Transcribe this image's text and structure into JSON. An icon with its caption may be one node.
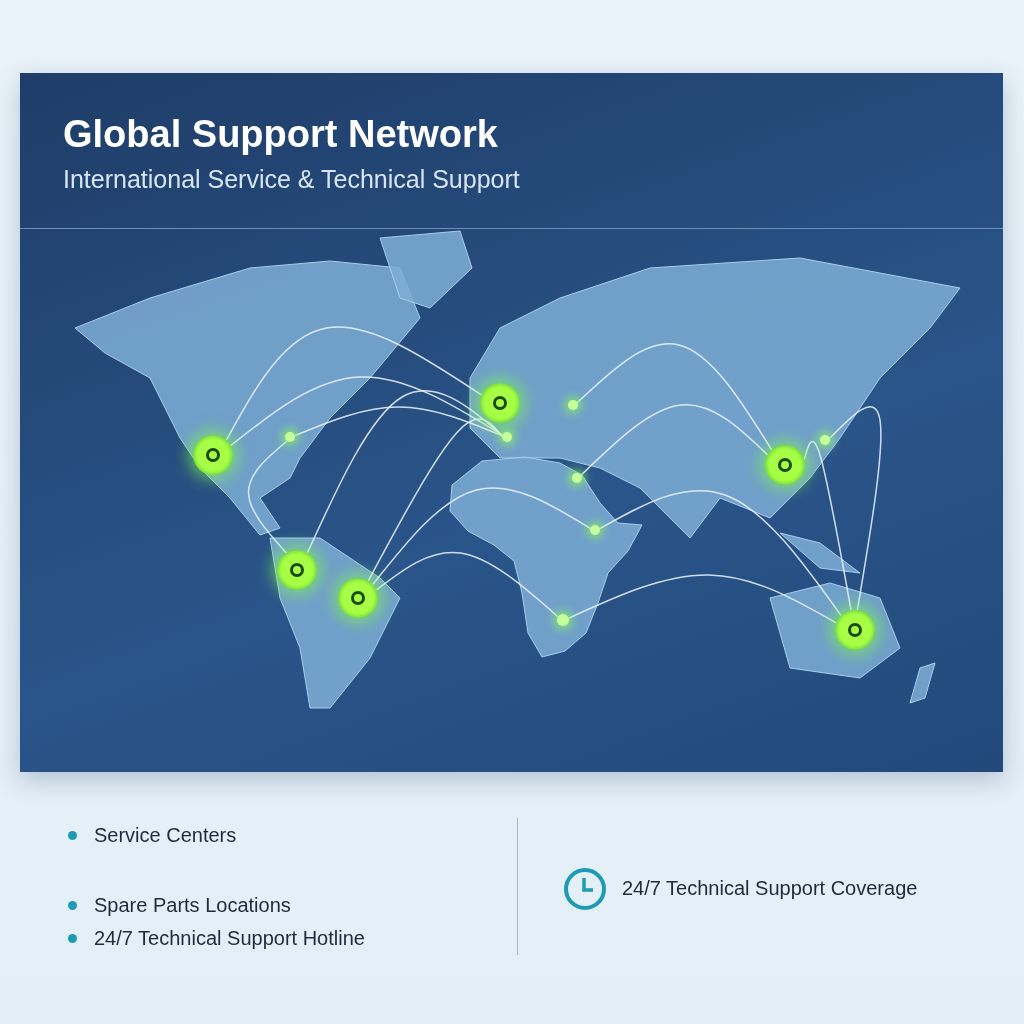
{
  "diagram": {
    "title": "Global Support Network",
    "caption": "International Service & Technical Support",
    "nodes": [
      {
        "text": [],
        "shape": "circle"
      },
      {
        "text": [],
        "shape": "circle"
      },
      {
        "text": [],
        "shape": "circle"
      },
      {
        "text": [],
        "shape": "circle"
      },
      {
        "text": [],
        "shape": "circle"
      },
      {
        "text": [],
        "shape": "circle"
      },
      {
        "text": [],
        "shape": "circle"
      },
      {
        "text": [],
        "shape": "circle"
      },
      {
        "text": [],
        "shape": "circle"
      },
      {
        "text": [],
        "shape": "circle"
      },
      {
        "text": [],
        "shape": "circle"
      },
      {
        "text": [],
        "shape": "circle"
      },
      {
        "text": [],
        "shape": "circle"
      }
    ],
    "edges": [
      {
        "from": 0,
        "to": 2,
        "arrow": "none"
      },
      {
        "from": 0,
        "to": 3,
        "arrow": "none"
      },
      {
        "from": 1,
        "to": 3,
        "arrow": "none"
      },
      {
        "from": 7,
        "to": 1,
        "arrow": "none"
      },
      {
        "from": 7,
        "to": 3,
        "arrow": "none"
      },
      {
        "from": 8,
        "to": 3,
        "arrow": "none"
      },
      {
        "from": 8,
        "to": 10,
        "arrow": "none"
      },
      {
        "from": 8,
        "to": 11,
        "arrow": "none"
      },
      {
        "from": 4,
        "to": 5,
        "arrow": "none"
      },
      {
        "from": 9,
        "to": 5,
        "arrow": "none"
      },
      {
        "from": 5,
        "to": 12,
        "arrow": "none"
      },
      {
        "from": 6,
        "to": 12,
        "arrow": "none"
      },
      {
        "from": 10,
        "to": 12,
        "arrow": "none"
      },
      {
        "from": 11,
        "to": 12,
        "arrow": "none"
      }
    ],
    "labels": [
      "24/7 Technical Support Coverage"
    ],
    "legend": [
      {
        "text": "Service Centers",
        "color": "#1e9bb3"
      },
      {
        "text": "Spare Parts Locations",
        "color": "#1e9bb3"
      },
      {
        "text": "24/7 Technical Support Hotline",
        "color": "#1e9bb3"
      }
    ]
  }
}
